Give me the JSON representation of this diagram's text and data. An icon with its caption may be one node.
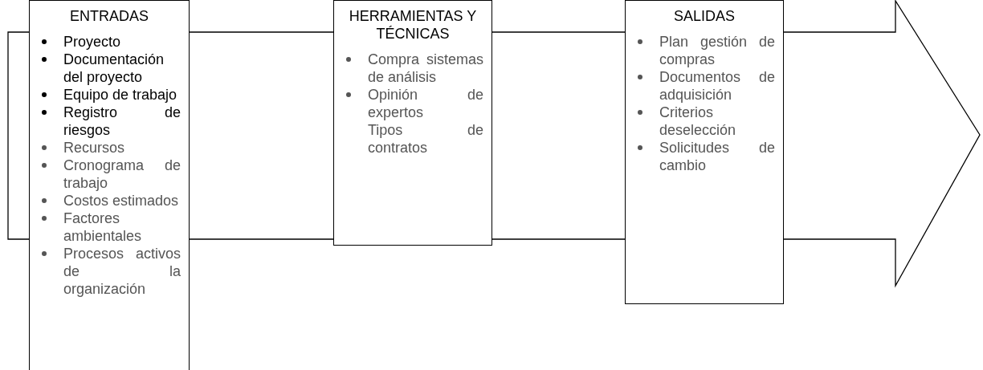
{
  "diagram": {
    "nodes": [
      {
        "text": [
          "ENTRADAS",
          "Proyecto",
          "Documentación del proyecto",
          "Equipo de trabajo",
          "Registro de riesgos",
          "Recursos",
          "Cronograma de trabajo",
          "Costos estimados",
          "Factores ambientales",
          "Procesos activos de la organización"
        ]
      },
      {
        "text": [
          "HERRAMIENTAS Y TÉCNICAS",
          "Compra sistemas de análisis",
          "Opinión de expertos",
          "Tipos de contratos"
        ]
      },
      {
        "text": [
          "SALIDAS",
          "Plan gestión de compras",
          "Documentos de adquisición",
          "Criterios deselección",
          "Solicitudes de cambio"
        ]
      }
    ]
  }
}
